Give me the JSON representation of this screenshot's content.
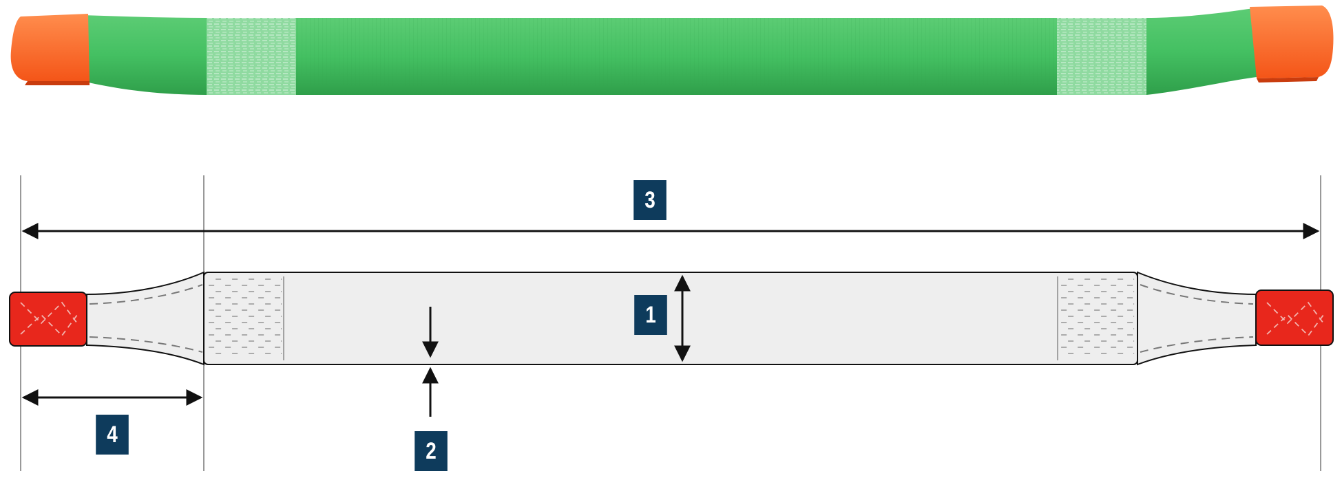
{
  "colors": {
    "sling_green": "#3fbf5f",
    "sling_green_dark": "#2e9c48",
    "sling_green_light": "#72d68a",
    "eye_orange": "#ff6a2a",
    "eye_red": "#e8271c",
    "diagram_body": "#eeeeee",
    "badge_navy": "#0e3b5c",
    "line": "#111111"
  },
  "callouts": [
    {
      "id": "width",
      "label": "1"
    },
    {
      "id": "thickness",
      "label": "2"
    },
    {
      "id": "overall-length",
      "label": "3"
    },
    {
      "id": "eye-length",
      "label": "4"
    }
  ]
}
